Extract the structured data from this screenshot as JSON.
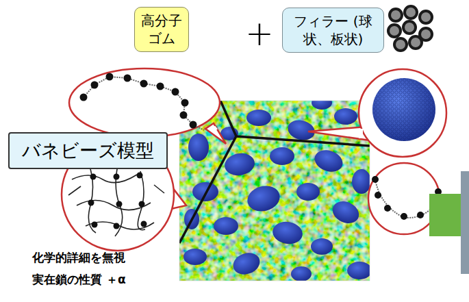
{
  "diagram": {
    "nodes": [
      {
        "text": [
          "高分子 ゴム"
        ]
      },
      {
        "text": [
          "フィラー (球状、板状)"
        ]
      },
      {
        "text": [
          "バネビーズ模型"
        ]
      }
    ],
    "labels": [
      "+",
      "化学的詳細を無視",
      "実在鎖の性質 ＋α"
    ]
  }
}
